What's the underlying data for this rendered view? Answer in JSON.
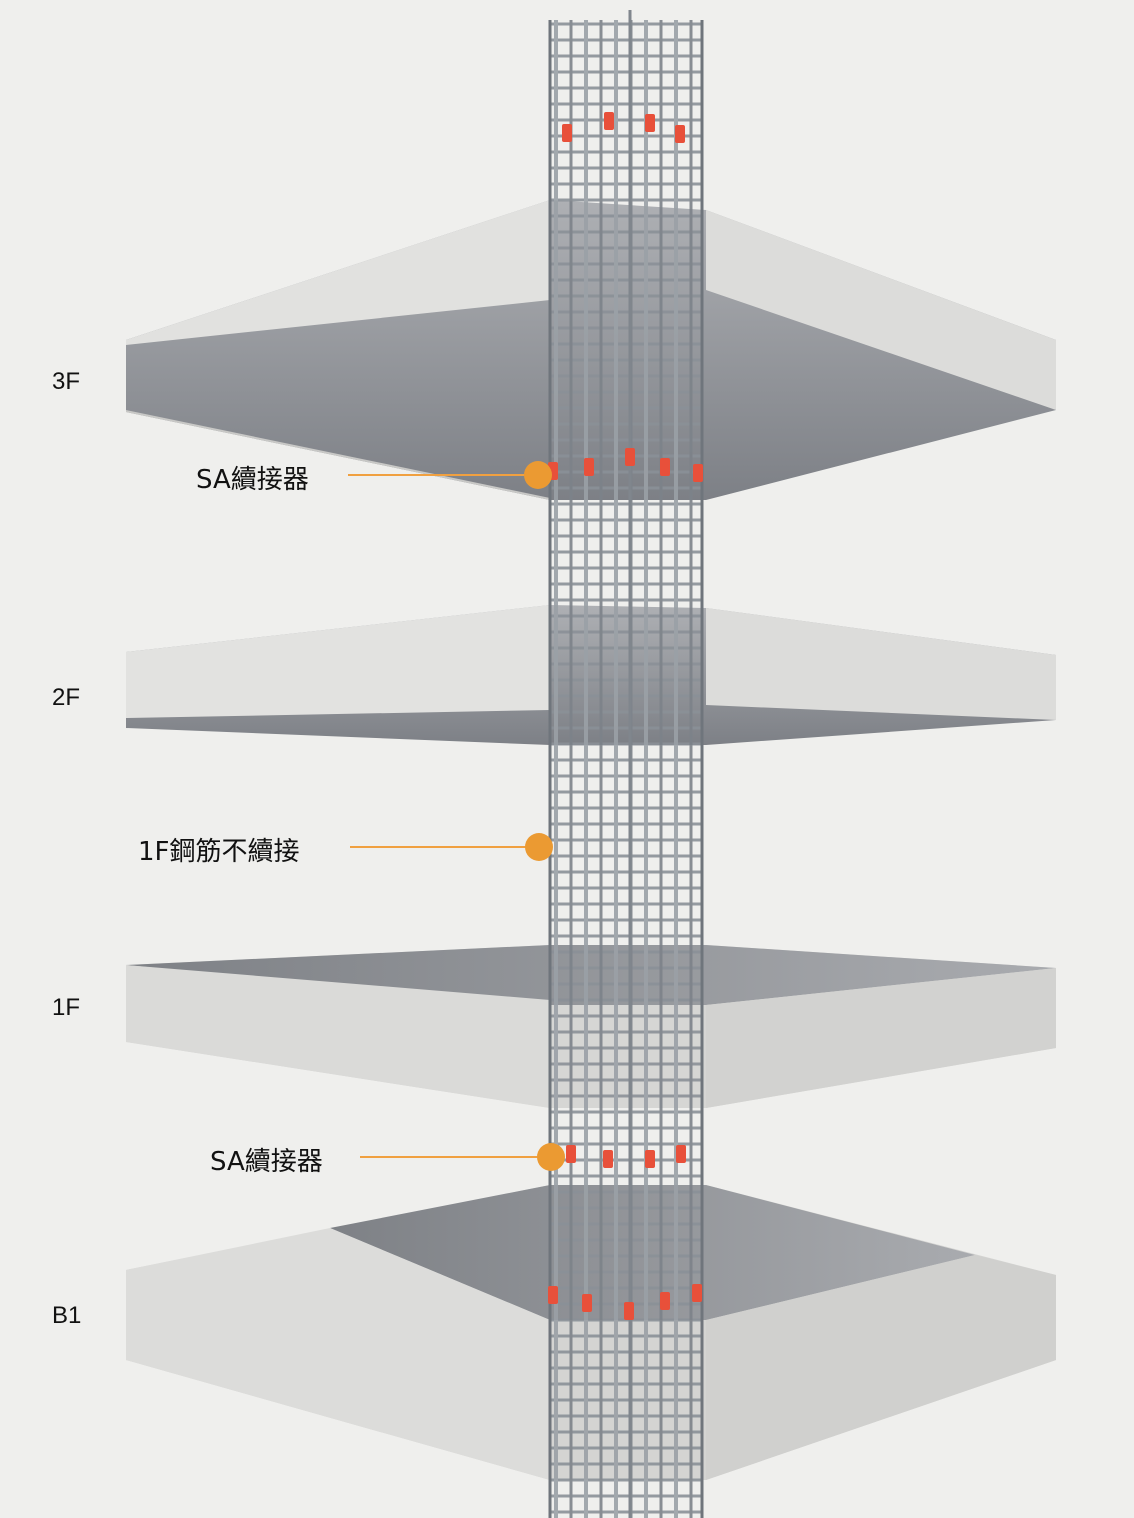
{
  "floors": [
    {
      "label": "3F"
    },
    {
      "label": "2F"
    },
    {
      "label": "1F"
    },
    {
      "label": "B1"
    }
  ],
  "callouts": [
    {
      "label": "SA續接器"
    },
    {
      "label": "1F鋼筋不續接"
    },
    {
      "label": "SA續接器"
    }
  ],
  "colors": {
    "background": "#efefed",
    "slab_top": "#e3e3e1",
    "slab_front": "#d3d3d1",
    "slab_underside": "#8e9196",
    "rebar": "#8a9097",
    "coupler": "#e8503a",
    "callout_line": "#f0a040",
    "callout_dot": "#eb9a32"
  }
}
